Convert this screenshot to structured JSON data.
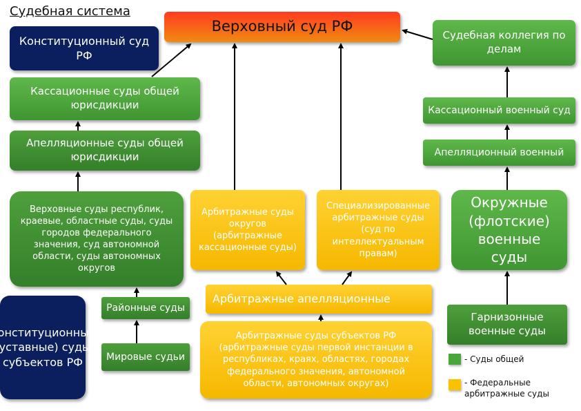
{
  "title": "Судебная система",
  "nodes": {
    "supreme": "Верховный суд РФ",
    "constitutional": "Конституционный суд РФ",
    "cassation_general": "Кассационные суды общей юрисдикции",
    "appeal_general": "Апелляционные суды общей юрисдикции",
    "regional_courts": "Верховные суды республик, краевые, областные суды, суды городов федерального значения, суд автономной области, суды автономных округов",
    "constitutional_subjects": "Конституционные (уставные) суды субъектов РФ",
    "district_courts": "Районные суды",
    "magistrates": "Мировые судьи",
    "arb_district": "Арбитражные суды округов (арбитражные кассационные суды)",
    "specialized_arb": "Специализированные арбитражные суды (суд по интеллектуальным правам)",
    "arb_appeal": "Арбитражные апелляционные",
    "arb_subjects": "Арбитражные суды субъектов РФ (арбитражные суды первой инстанции в республиках, краях, областях, городах федерального значения, автономной области, автономных округах)",
    "military_collegium": "Судебная коллегия по делам",
    "military_cassation": "Кассационный военный суд",
    "military_appeal": "Апелляционный военный",
    "district_military": "Окружные (флотские) военные суды",
    "garrison": "Гарнизонные военные суды"
  },
  "legend": {
    "general": "- Суды общей",
    "arbitration": "- Федеральные арбитражные суды"
  },
  "colors": {
    "general": "#4aa53b",
    "arbitration": "#f8c200",
    "supreme": "#ff3b1f",
    "constitutional": "#0b1f5e"
  }
}
